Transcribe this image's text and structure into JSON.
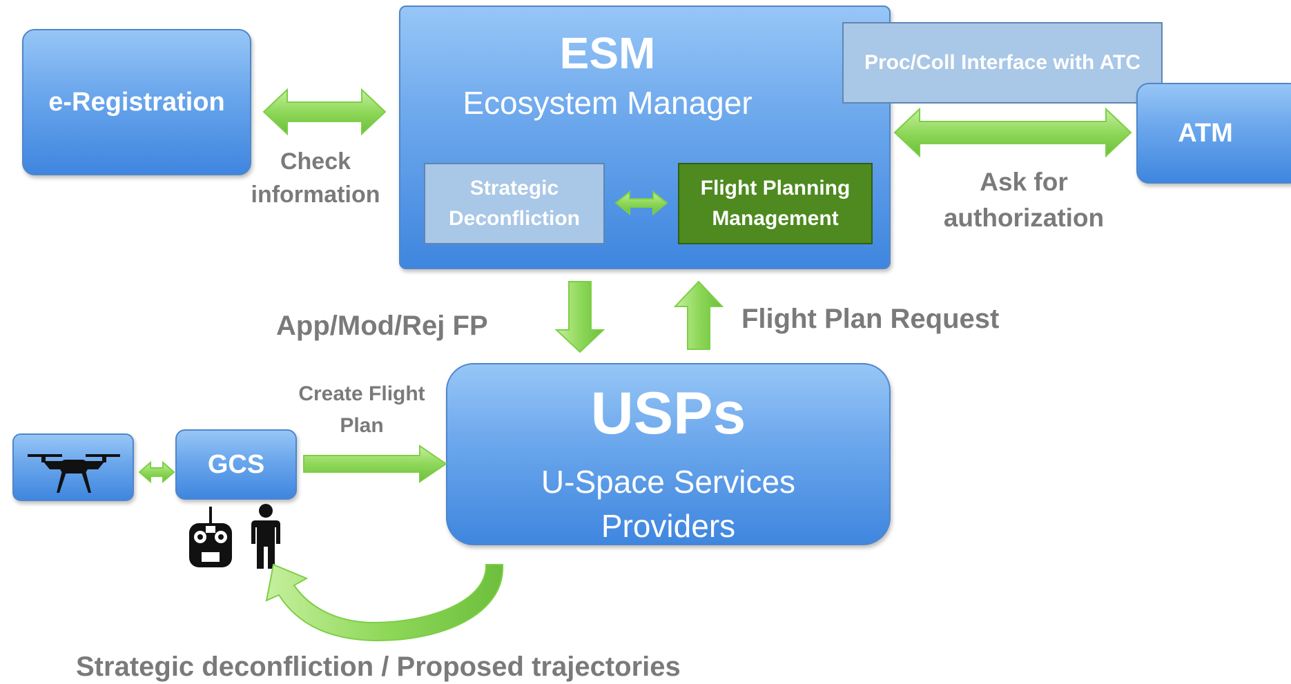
{
  "boxes": {
    "e_registration": "e-Registration",
    "esm_title": "ESM",
    "esm_subtitle": "Ecosystem Manager",
    "proc_coll": "Proc/Coll Interface with ATC",
    "strategic_deconfliction": "Strategic Deconfliction",
    "flight_planning": "Flight Planning Management",
    "atm": "ATM",
    "gcs": "GCS",
    "usps_title": "USPs",
    "usps_subtitle": "U-Space Services Providers"
  },
  "labels": {
    "check_information": "Check information",
    "ask_authorization": "Ask for authorization",
    "app_mod_rej": "App/Mod/Rej FP",
    "flight_plan_request": "Flight Plan Request",
    "create_flight_plan": "Create Flight Plan",
    "strategic_proposed": "Strategic deconfliction / Proposed trajectories"
  },
  "icons": [
    "drone-icon",
    "remote-controller-icon",
    "person-icon"
  ],
  "colors": {
    "box_blue": "#5b9bec",
    "arrow_green": "#8fd85a",
    "flight_planning_green": "#4e8a1f",
    "label_gray": "#7a7a7a"
  }
}
